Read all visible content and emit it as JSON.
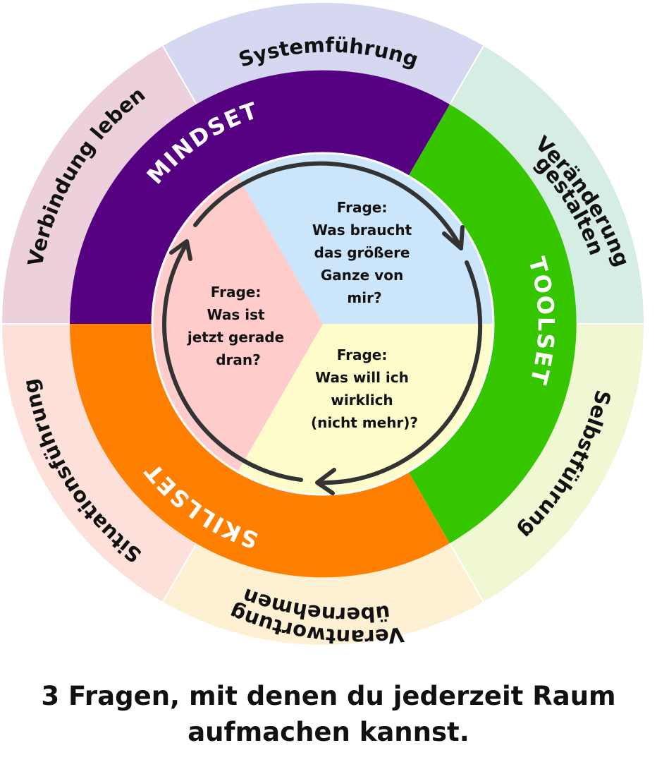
{
  "outer_ring": [
    {
      "label": "Systemführung",
      "color": "#d6d8f2"
    },
    {
      "label": "Veränderung",
      "label2": "gestalten",
      "color": "#d6ede3"
    },
    {
      "label": "Selbstführung",
      "color": "#eff7d3"
    },
    {
      "label": "Verantwortung",
      "label2": "übernehmen",
      "color": "#fdf0d3"
    },
    {
      "label": "Situationsführung",
      "color": "#fce0d9"
    },
    {
      "label": "Verbindung leben",
      "color": "#ecd0dc"
    }
  ],
  "middle_ring": [
    {
      "label": "MINDSET",
      "color": "#560082"
    },
    {
      "label": "TOOLSET",
      "color": "#36c600"
    },
    {
      "label": "SKILLSET",
      "color": "#ff7f00"
    }
  ],
  "inner_sections": [
    {
      "lines": [
        "Frage:",
        "Was braucht",
        "das größere",
        "Ganze von",
        "mir?"
      ],
      "color": "#cbe5fb"
    },
    {
      "lines": [
        "Frage:",
        "Was will ich",
        "wirklich",
        "(nicht mehr)?"
      ],
      "color": "#fdfcca"
    },
    {
      "lines": [
        "Frage:",
        "Was ist",
        "jetzt gerade",
        "dran?"
      ],
      "color": "#ffcccc"
    }
  ],
  "caption": {
    "line1": "3 Fragen, mit denen du jederzeit Raum",
    "line2": "aufmachen kannst."
  }
}
